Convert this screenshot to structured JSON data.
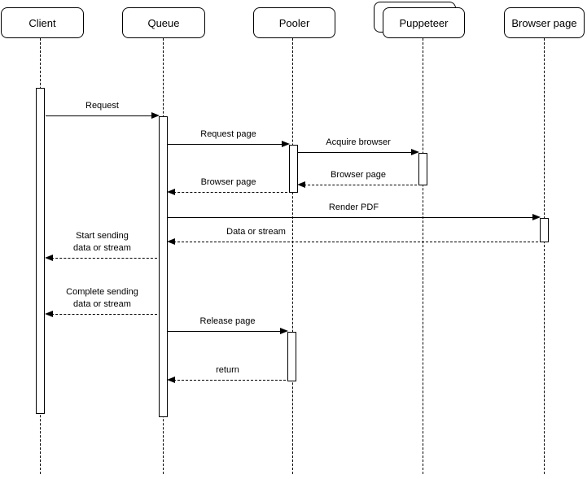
{
  "diagram_type": "uml-sequence-diagram",
  "colors": {
    "stroke": "#000000",
    "fill": "#ffffff",
    "background": "#ffffff"
  },
  "actors": [
    {
      "label": "Client",
      "stacked": false
    },
    {
      "label": "Queue",
      "stacked": false
    },
    {
      "label": "Pooler",
      "stacked": false
    },
    {
      "label": "Puppeteer",
      "stacked": true
    },
    {
      "label": "Browser page",
      "stacked": false
    }
  ],
  "messages": [
    {
      "label": "Request",
      "from": "Client",
      "to": "Queue",
      "line": "solid",
      "direction": "right"
    },
    {
      "label": "Request page",
      "from": "Queue",
      "to": "Pooler",
      "line": "solid",
      "direction": "right"
    },
    {
      "label": "Acquire browser",
      "from": "Pooler",
      "to": "Puppeteer",
      "line": "solid",
      "direction": "right"
    },
    {
      "label": "Browser page",
      "from": "Puppeteer",
      "to": "Pooler",
      "line": "dashed",
      "direction": "left"
    },
    {
      "label": "Browser page",
      "from": "Pooler",
      "to": "Queue",
      "line": "dashed",
      "direction": "left"
    },
    {
      "label": "Render PDF",
      "from": "Queue",
      "to": "Browser page",
      "line": "solid",
      "direction": "right"
    },
    {
      "label": "Data or stream",
      "from": "Browser page",
      "to": "Queue",
      "line": "dashed",
      "direction": "left"
    },
    {
      "label": "Start sending\ndata or stream",
      "from": "Queue",
      "to": "Client",
      "line": "dashed",
      "direction": "left"
    },
    {
      "label": "Complete sending\ndata or stream",
      "from": "Queue",
      "to": "Client",
      "line": "dashed",
      "direction": "left"
    },
    {
      "label": "Release page",
      "from": "Queue",
      "to": "Pooler",
      "line": "solid",
      "direction": "right"
    },
    {
      "label": "return",
      "from": "Pooler",
      "to": "Queue",
      "line": "dashed",
      "direction": "left"
    }
  ]
}
